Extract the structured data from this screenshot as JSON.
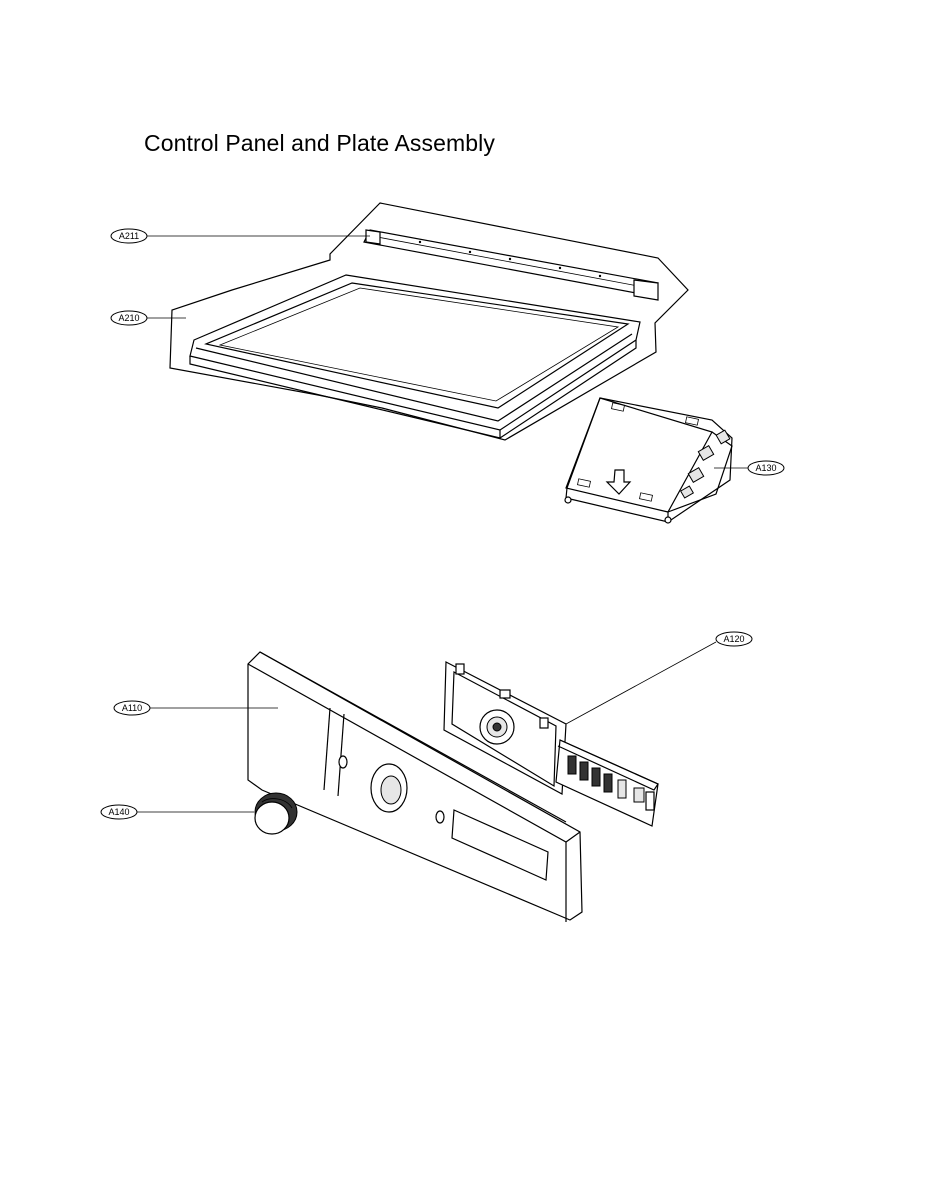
{
  "title": "Control Panel and Plate Assembly",
  "callouts": {
    "a211": "A211",
    "a210": "A210",
    "a130": "A130",
    "a120": "A120",
    "a110": "A110",
    "a140": "A140"
  }
}
